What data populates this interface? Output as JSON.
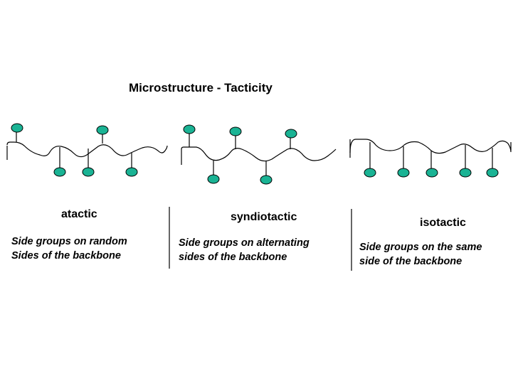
{
  "title": "Microstructure - Tacticity",
  "colors": {
    "sphere": "#1ab394",
    "line": "#000000"
  },
  "panels": [
    {
      "label": "atactic",
      "desc_line1": "Side groups on random",
      "desc_line2": "Sides of the backbone"
    },
    {
      "label": "syndiotactic",
      "desc_line1": "Side groups on alternating",
      "desc_line2": "sides of the backbone"
    },
    {
      "label": "isotactic",
      "desc_line1": "Side groups on the same",
      "desc_line2": "side of the backbone"
    }
  ]
}
